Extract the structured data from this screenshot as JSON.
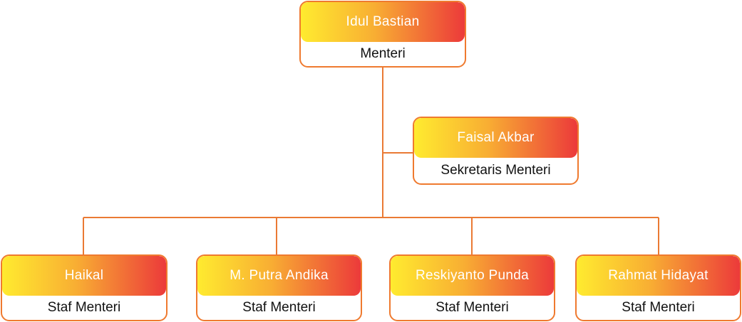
{
  "colors": {
    "gradient_start": "#ffeb2f",
    "gradient_end": "#ec3a3a",
    "border": "#ef7a2f",
    "line": "#ea7a34"
  },
  "org_chart": {
    "head": {
      "name": "Idul Bastian",
      "role": "Menteri"
    },
    "secretary": {
      "name": "Faisal Akbar",
      "role": "Sekretaris Menteri"
    },
    "staff": [
      {
        "name": "Haikal",
        "role": "Staf Menteri"
      },
      {
        "name": "M. Putra Andika",
        "role": "Staf Menteri"
      },
      {
        "name": "Reskiyanto Punda",
        "role": "Staf Menteri"
      },
      {
        "name": "Rahmat Hidayat",
        "role": "Staf Menteri"
      }
    ]
  }
}
